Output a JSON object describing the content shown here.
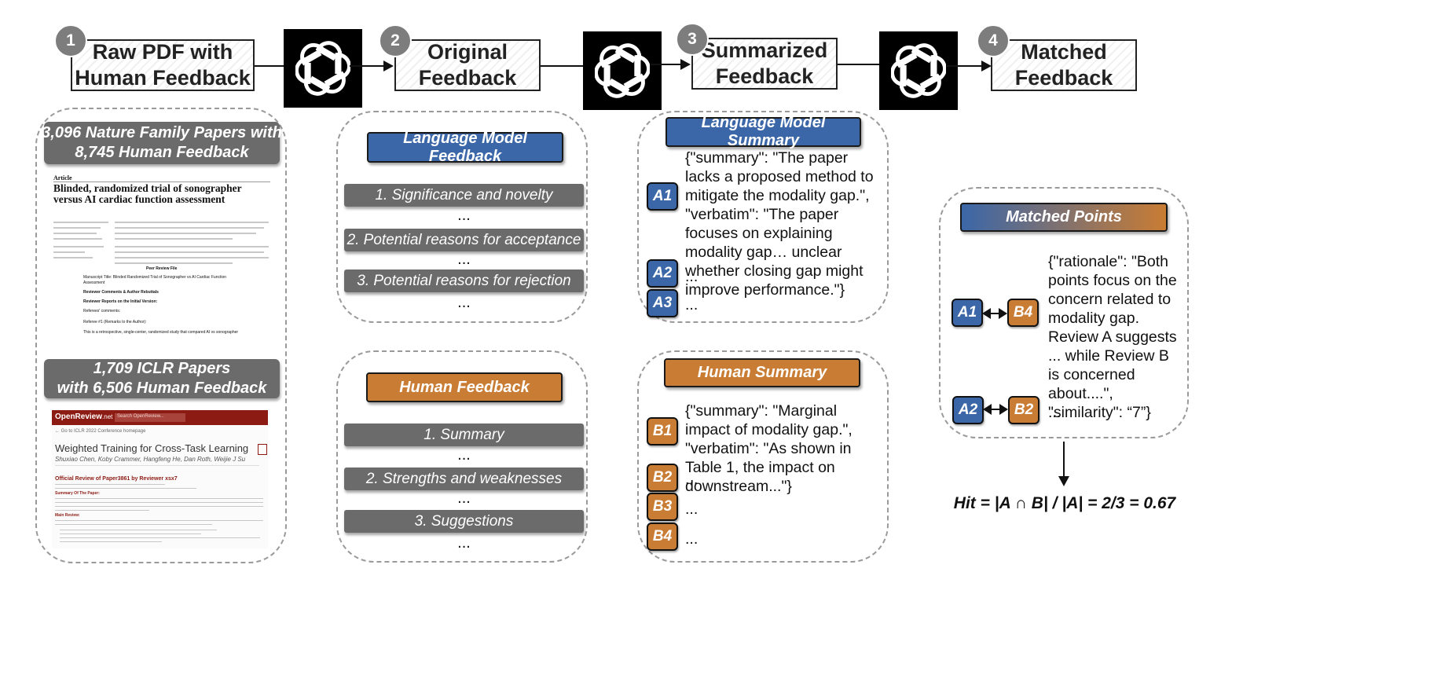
{
  "steps": [
    {
      "num": "1",
      "label": "Raw PDF with\nHuman Feedback"
    },
    {
      "num": "2",
      "label": "Original\nFeedback"
    },
    {
      "num": "3",
      "label": "Summarized\nFeedback"
    },
    {
      "num": "4",
      "label": "Matched\nFeedback"
    }
  ],
  "col1": {
    "nature_tag": "3,096 Nature Family Papers with\n8,745 Human Feedback",
    "nature_paper": {
      "kind": "Article",
      "title": "Blinded, randomized trial of sonographer\nversus AI cardiac function assessment",
      "peer_review": "Peer Review File",
      "manuscript": "Manuscript Title: Blinded Randomized Trial of Sonographer vs AI Cardiac Function Assessment",
      "comments": "Reviewer Comments & Author Rebuttals",
      "reports": "Reviewer Reports on the Initial Version:",
      "referees": "Referees' comments:",
      "referee1": "Referee #1 (Remarks to the Author):",
      "body": "This is a retrospective, single-center, randomized study that compared AI vs sonographer"
    },
    "iclr_tag": "1,709 ICLR Papers\nwith 6,506 Human Feedback",
    "iclr_paper": {
      "brand": "OpenReview",
      "brand_suffix": ".net",
      "search": "Search OpenReview...",
      "back": "← Go to ICLR 2022 Conference homepage",
      "title": "Weighted Training for Cross-Task Learning",
      "authors": "Shuxiao Chen, Koby Crammer, Hangfeng He, Dan Roth, Weijie J Su",
      "review_title": "Official Review of Paper3861 by Reviewer xsx7",
      "summary_head": "Summary Of The Paper:",
      "main_head": "Main Review:"
    }
  },
  "col2": {
    "lm_tag": "Language Model Feedback",
    "lm_items": [
      "1. Significance and novelty",
      "2. Potential reasons for acceptance",
      "3. Potential reasons for rejection"
    ],
    "human_tag": "Human Feedback",
    "human_items": [
      "1. Summary",
      "2. Strengths and weaknesses",
      "3. Suggestions"
    ],
    "ellipsis": "..."
  },
  "col3": {
    "lm_tag": "Language Model Summary",
    "a1": "A1",
    "a2": "A2",
    "a3": "A3",
    "a1_text": "{\"summary\": \"The paper lacks a proposed method to mitigate the modality gap.\", \"verbatim\": \"The paper focuses on explaining modality gap… unclear whether closing gap might improve performance.\"}",
    "a_ellipsis": "...",
    "human_tag": "Human Summary",
    "b1": "B1",
    "b2": "B2",
    "b3": "B3",
    "b4": "B4",
    "b1_text": "{\"summary\": \"Marginal impact of modality gap.\", \"verbatim\": \"As shown in Table 1, the impact on downstream...\"}",
    "b_ellipsis": "..."
  },
  "col4": {
    "tag": "Matched Points",
    "pair1_a": "A1",
    "pair1_b": "B4",
    "rationale": "{\"rationale\": \"Both points focus on the concern related to modality gap. Review A suggests ... while Review B is concerned about....\", \"similarity\": “7”}",
    "pair2_a": "A2",
    "pair2_b": "B2",
    "pair2_text": "...",
    "formula": "Hit = |A ∩ B| / |A| = 2/3 = 0.67"
  },
  "colors": {
    "blue": "#3b67a8",
    "orange": "#c97c33",
    "gray": "#6b6b6b"
  }
}
